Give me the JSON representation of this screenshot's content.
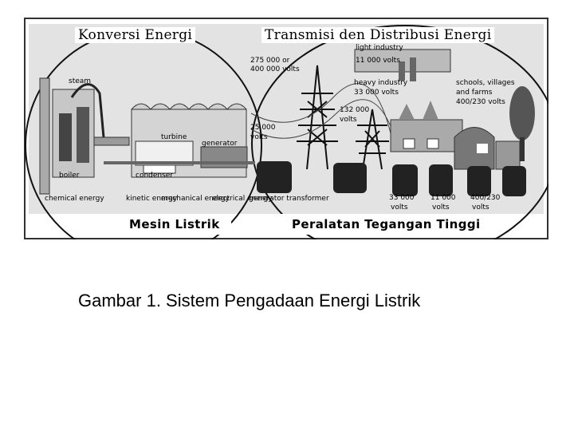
{
  "figure": {
    "header_left": "Konversi Energi",
    "header_right": "Transmisi den Distribusi Energi",
    "bottom_left": "Mesin Listrik",
    "bottom_right": "Peralatan Tegangan Tinggi",
    "labels": {
      "steam": "steam",
      "turbine": "turbine",
      "generator": "generator",
      "condenser": "condenser",
      "boiler": "boiler",
      "chemical_energy": "chemical energy",
      "kinetic_energy": "kinetic energy",
      "mechanical_energy": "mechanical energy",
      "electrical_energy": "electrical energy",
      "generator_transformer": "generator transformer",
      "v275": "275 000 or",
      "v400": "400 000 volts",
      "light_industry": "light industry",
      "v11000_top": "11 000 volts",
      "heavy_industry": "heavy industry",
      "v33000_mid": "33 000 volts",
      "v132": "132 000",
      "v132_volts": "volts",
      "v25": "25 000",
      "v25_volts": "volts",
      "schools": "schools, villages",
      "farms": "and farms",
      "v400_230_top": "400/230 volts",
      "b33000": "33 000",
      "b11000": "11 000",
      "b400_230": "400/230",
      "volts": "volts"
    }
  },
  "caption": "Gambar 1. Sistem Pengadaan Energi Listrik"
}
